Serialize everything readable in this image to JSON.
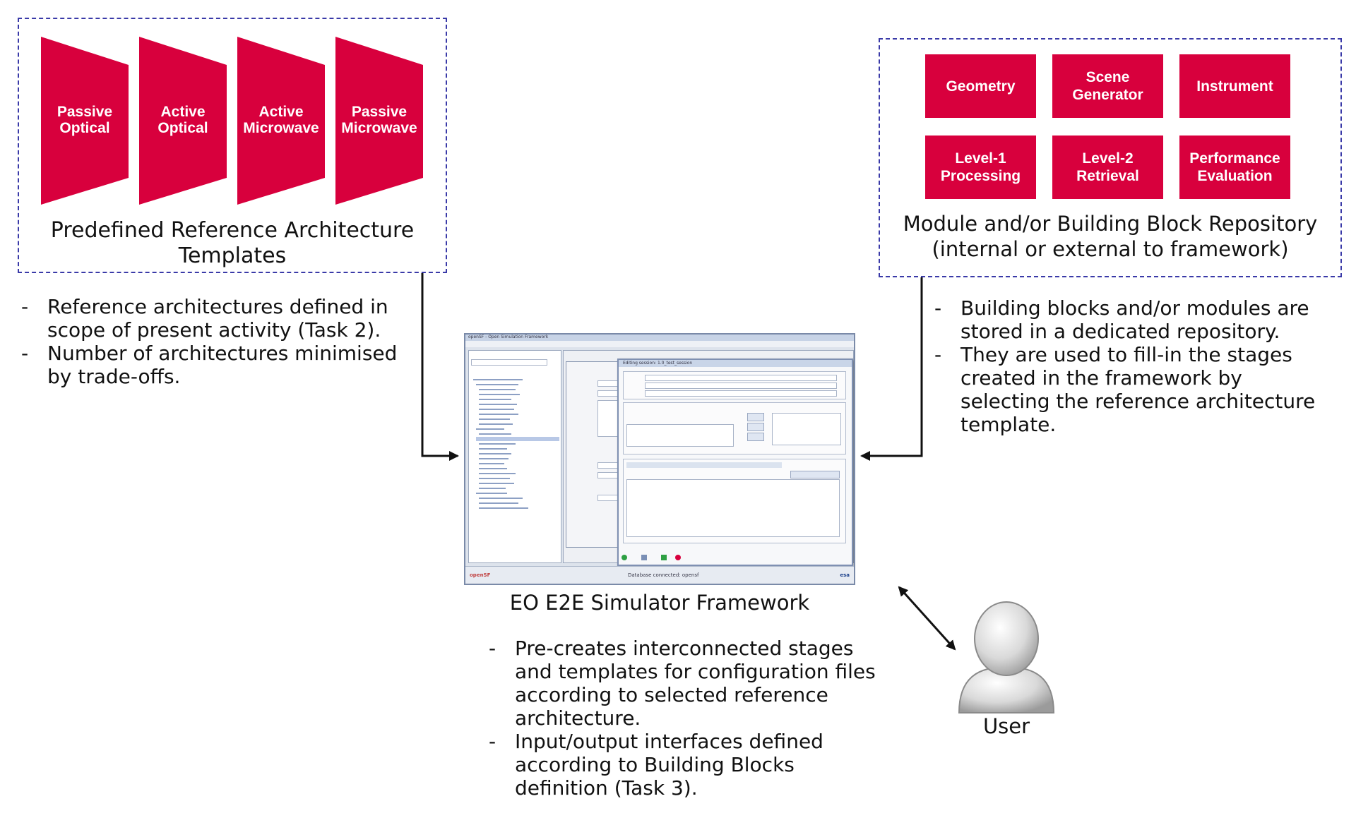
{
  "left_group": {
    "templates": [
      {
        "line1": "Passive",
        "line2": "Optical"
      },
      {
        "line1": "Active",
        "line2": "Optical"
      },
      {
        "line1": "Active",
        "line2": "Microwave"
      },
      {
        "line1": "Passive",
        "line2": "Microwave"
      }
    ],
    "caption_line1": "Predefined Reference Architecture",
    "caption_line2": "Templates",
    "bullets": [
      {
        "line1": "Reference architectures defined in",
        "line2": "scope of present activity (Task 2)."
      },
      {
        "line1": "Number of architectures minimised",
        "line2": "by trade-offs."
      }
    ]
  },
  "right_group": {
    "modules": [
      {
        "line1": "Geometry",
        "line2": ""
      },
      {
        "line1": "Scene",
        "line2": "Generator"
      },
      {
        "line1": "Instrument",
        "line2": ""
      },
      {
        "line1": "Level-1",
        "line2": "Processing"
      },
      {
        "line1": "Level-2",
        "line2": "Retrieval"
      },
      {
        "line1": "Performance",
        "line2": "Evaluation"
      }
    ],
    "caption_line1": "Module and/or Building Block Repository",
    "caption_line2": "(internal or external to framework)",
    "bullets": [
      {
        "lines": [
          "Building blocks and/or modules are",
          "stored in a dedicated repository."
        ]
      },
      {
        "lines": [
          "They are used to fill-in the stages",
          "created in the framework by",
          "selecting the reference architecture",
          "template."
        ]
      }
    ]
  },
  "center": {
    "caption": "EO E2E Simulator Framework",
    "screenshot": {
      "window_title": "openSF - Open Simulation Framework",
      "status_text": "Database connected: opensf",
      "dialog_title": "Editing session: 1.0_test_session",
      "left_brand": "openSF",
      "right_brand": "esa"
    },
    "bullets": [
      {
        "lines": [
          "Pre-creates interconnected stages",
          "and templates for configuration files",
          "according to selected reference",
          "architecture."
        ]
      },
      {
        "lines": [
          "Input/output interfaces defined",
          "according to Building Blocks",
          "definition (Task 3)."
        ]
      }
    ]
  },
  "user": {
    "label": "User"
  },
  "colors": {
    "block_red": "#d8003d",
    "dash_blue": "#3a3aa8"
  }
}
